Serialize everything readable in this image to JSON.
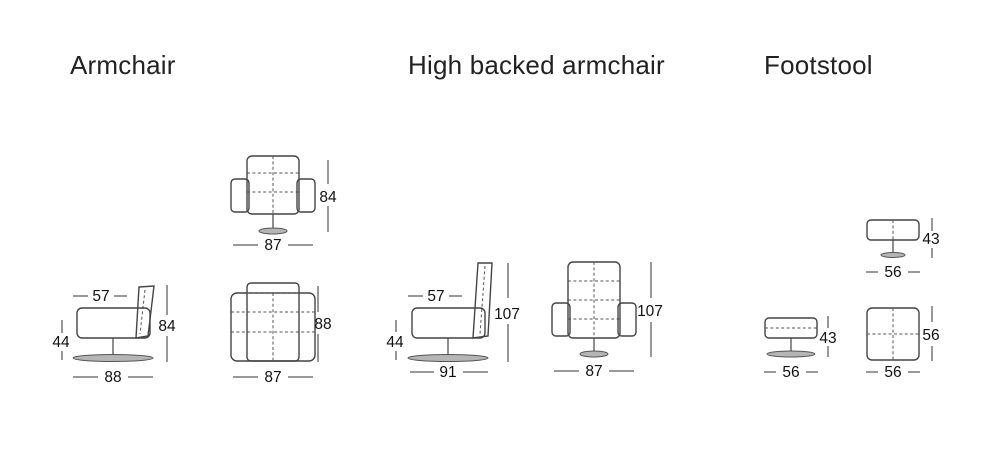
{
  "sections": {
    "armchair": "Armchair",
    "high_backed": "High backed armchair",
    "footstool": "Footstool"
  },
  "armchair": {
    "side": {
      "depth": "57",
      "height": "84",
      "seat_height": "44",
      "base_depth": "88"
    },
    "front": {
      "height": "84",
      "width": "87"
    },
    "top": {
      "depth": "88",
      "width": "87"
    }
  },
  "high_backed": {
    "side": {
      "depth": "57",
      "height": "107",
      "seat_height": "44",
      "base_depth": "91"
    },
    "front": {
      "height": "107",
      "width": "87"
    }
  },
  "footstool": {
    "front": {
      "height": "43",
      "width": "56"
    },
    "side": {
      "height": "43",
      "width": "56"
    },
    "top": {
      "depth": "56",
      "width": "56"
    }
  }
}
